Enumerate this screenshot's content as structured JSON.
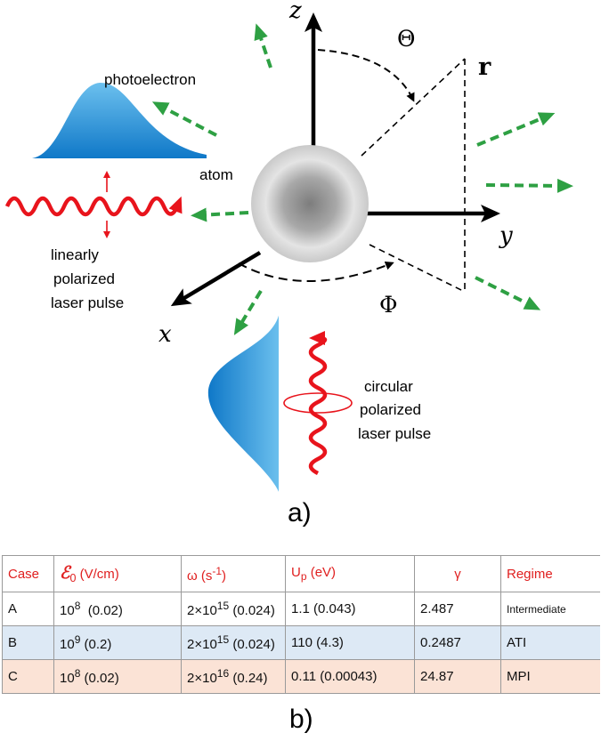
{
  "diagram": {
    "axes": {
      "z": "z",
      "y": "y",
      "x": "x",
      "r": "r"
    },
    "angles": {
      "theta": "Θ",
      "phi": "Φ"
    },
    "labels": {
      "photoelectron": "photoelectron",
      "atom": "atom",
      "linear_pulse": [
        "linearly",
        "polarized",
        "laser pulse"
      ],
      "circular_pulse": [
        "circular",
        "polarized",
        "laser pulse"
      ]
    },
    "caption_a": "a)",
    "colors": {
      "wave": "#e8141c",
      "arrows": "#2ea043",
      "gaussian": "#1f8fd6"
    }
  },
  "table": {
    "headers": {
      "case": "Case",
      "field_symbol": "ℰ",
      "field_sub": "0",
      "field_unit": " (V/cm)",
      "omega": "ω (s",
      "omega_sup": "-1",
      "omega_close": ")",
      "up": "U",
      "up_sub": "p",
      "up_unit": " (eV)",
      "gamma": "γ",
      "regime": "Regime"
    },
    "rows": [
      {
        "case": "A",
        "field_base": "10",
        "field_exp": "8",
        "field_rest": "  (0.02)",
        "omega_pre": "2×10",
        "omega_exp": "15",
        "omega_rest": " (0.024)",
        "up": "1.1 (0.043)",
        "gamma": "2.487",
        "regime": "Intermediate"
      },
      {
        "case": "B",
        "field_base": "10",
        "field_exp": "9",
        "field_rest": " (0.2)",
        "omega_pre": "2×10",
        "omega_exp": "15",
        "omega_rest": " (0.024)",
        "up": "110 (4.3)",
        "gamma": "0.2487",
        "regime": "ATI"
      },
      {
        "case": "C",
        "field_base": "10",
        "field_exp": "8",
        "field_rest": " (0.02)",
        "omega_pre": "2×10",
        "omega_exp": "16",
        "omega_rest": " (0.24)",
        "up": "0.11 (0.00043)",
        "gamma": "24.87",
        "regime": "MPI"
      }
    ],
    "caption_b": "b)"
  }
}
